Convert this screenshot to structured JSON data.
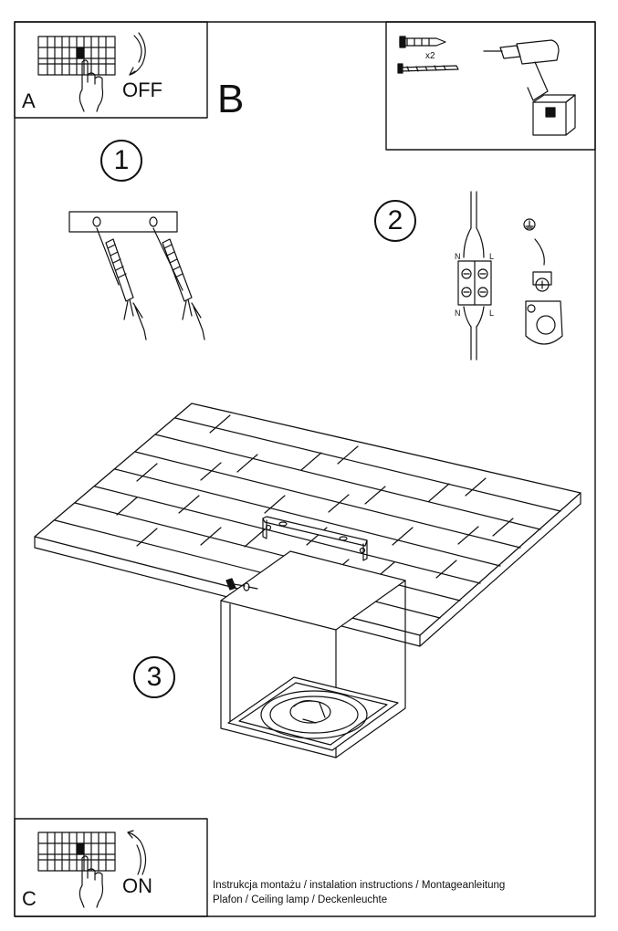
{
  "panels": {
    "a": {
      "letter": "A",
      "switch_label": "OFF"
    },
    "b": {
      "letter": "B",
      "screw_count": "x2"
    },
    "c": {
      "letter": "C",
      "switch_label": "ON"
    }
  },
  "steps": {
    "step1": "1",
    "step2": "2",
    "step3": "3"
  },
  "wiring": {
    "neutral_top": "N",
    "live_top": "L",
    "neutral_bottom": "N",
    "live_bottom": "L"
  },
  "caption": {
    "line1": "Instrukcja montażu / instalation instructions / Montageanleitung",
    "line2": "Plafon / Ceiling lamp / Deckenleuchte"
  }
}
